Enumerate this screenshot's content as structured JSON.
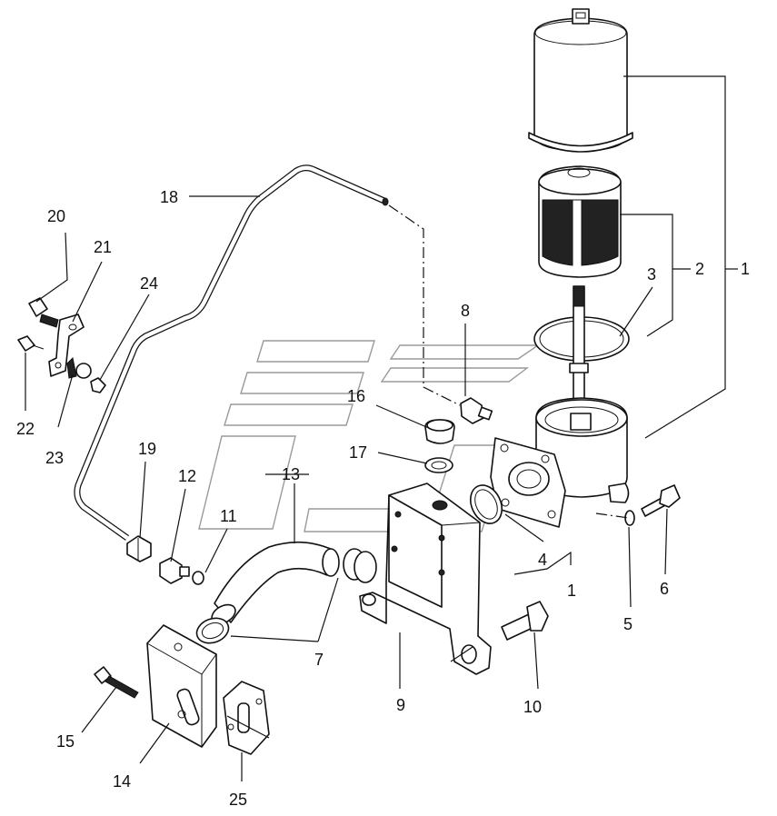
{
  "diagram": {
    "labels": [
      "1",
      "2",
      "3",
      "4",
      "5",
      "6",
      "7",
      "8",
      "9",
      "10",
      "11",
      "12",
      "13",
      "14",
      "15",
      "16",
      "17",
      "18",
      "19",
      "20",
      "21",
      "22",
      "23",
      "24",
      "25"
    ],
    "sub_assembly_labels": [
      "1",
      "4"
    ]
  }
}
